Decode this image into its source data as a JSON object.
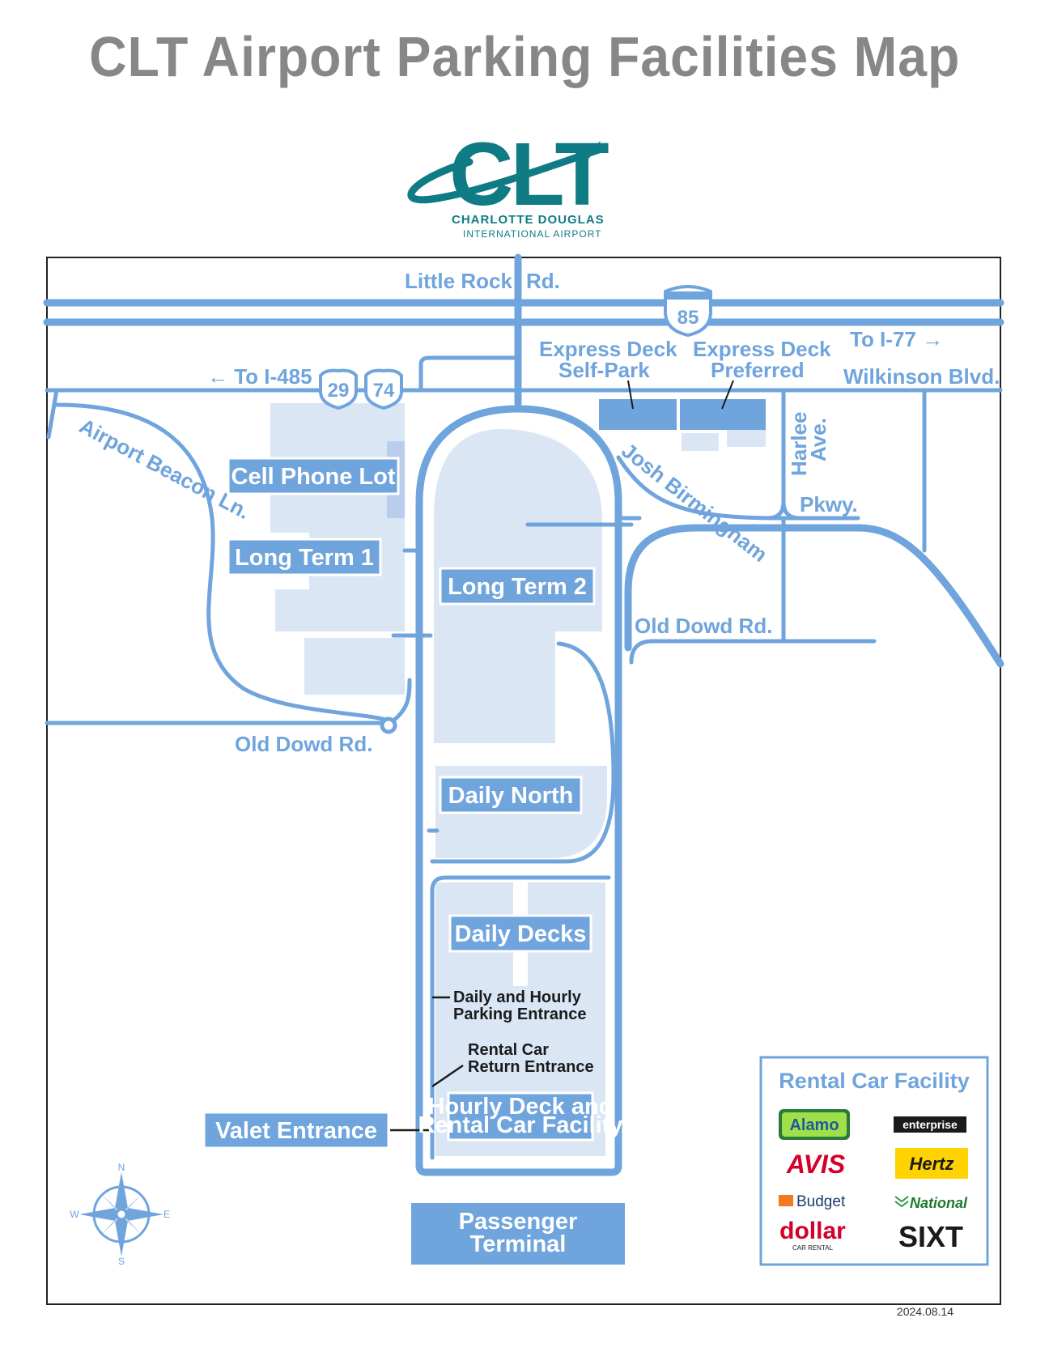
{
  "title": "CLT Airport Parking Facilities Map",
  "logo": {
    "mark": "CLT",
    "line1": "CHARLOTTE DOUGLAS",
    "line2": "INTERNATIONAL AIRPORT"
  },
  "roads": {
    "little_rock": "Little Rock",
    "little_rock_rd": "Rd.",
    "i85": "85",
    "to_i485": "← To I-485",
    "us29": "29",
    "us74": "74",
    "to_i77": "To I-77 →",
    "wilkinson": "Wilkinson Blvd.",
    "airport_beacon": "Airport Beacon Ln.",
    "josh_birmingham": "Josh Birmingham",
    "pkwy": "Pkwy.",
    "harlee": "Harlee",
    "harlee_ave": "Ave.",
    "old_dowd_east": "Old Dowd Rd.",
    "old_dowd_west": "Old Dowd Rd."
  },
  "facilities": {
    "express_self_1": "Express Deck",
    "express_self_2": "Self-Park",
    "express_pref_1": "Express Deck",
    "express_pref_2": "Preferred",
    "cell_phone_lot": "Cell Phone Lot",
    "long_term_1": "Long Term 1",
    "long_term_2": "Long Term 2",
    "daily_north": "Daily North",
    "daily_decks": "Daily Decks",
    "daily_hourly_1": "Daily and Hourly",
    "daily_hourly_2": "Parking Entrance",
    "rental_return_1": "Rental Car",
    "rental_return_2": "Return Entrance",
    "hourly_deck_1": "Hourly Deck and",
    "hourly_deck_2": "Rental Car Facility",
    "valet": "Valet Entrance",
    "terminal_1": "Passenger",
    "terminal_2": "Terminal"
  },
  "compass": {
    "n": "N",
    "s": "S",
    "e": "E",
    "w": "W"
  },
  "rental": {
    "title": "Rental Car Facility",
    "alamo": "Alamo",
    "enterprise": "enterprise",
    "avis": "AVIS",
    "hertz": "Hertz",
    "budget": "Budget",
    "national": "National",
    "dollar": "dollar",
    "dollar_sub": "CAR RENTAL",
    "sixt": "SIXT"
  },
  "date": "2024.08.14",
  "colors": {
    "road": "#6fa4dd",
    "lot": "#dbe6f5",
    "title_gray": "#878787",
    "logo_teal": "#0f7b84"
  }
}
